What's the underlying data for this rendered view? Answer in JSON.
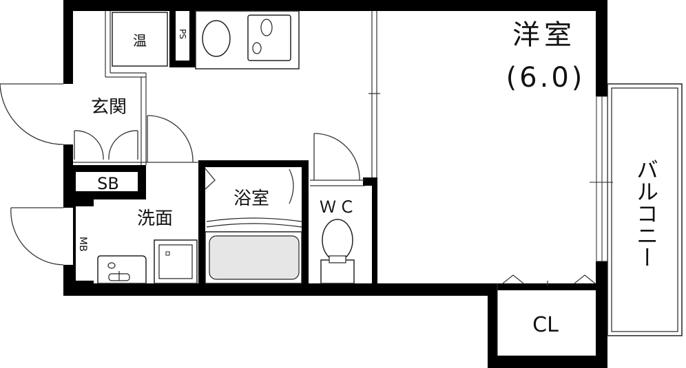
{
  "rooms": {
    "western_room_name": "洋室",
    "western_room_size": "(6.0)",
    "balcony": "バルコニー",
    "closet": "CL",
    "entrance": "玄関",
    "shoe_box": "SB",
    "washroom": "洗面",
    "bathroom": "浴室",
    "toilet": "ＷＣ",
    "meter_box": "MB",
    "water_heater": "温",
    "pipe_space": "PS"
  },
  "colors": {
    "wall": "#000000",
    "line": "#333333",
    "fixture_fill": "#f2f2f2",
    "tub_fill": "#e6e6e6"
  }
}
